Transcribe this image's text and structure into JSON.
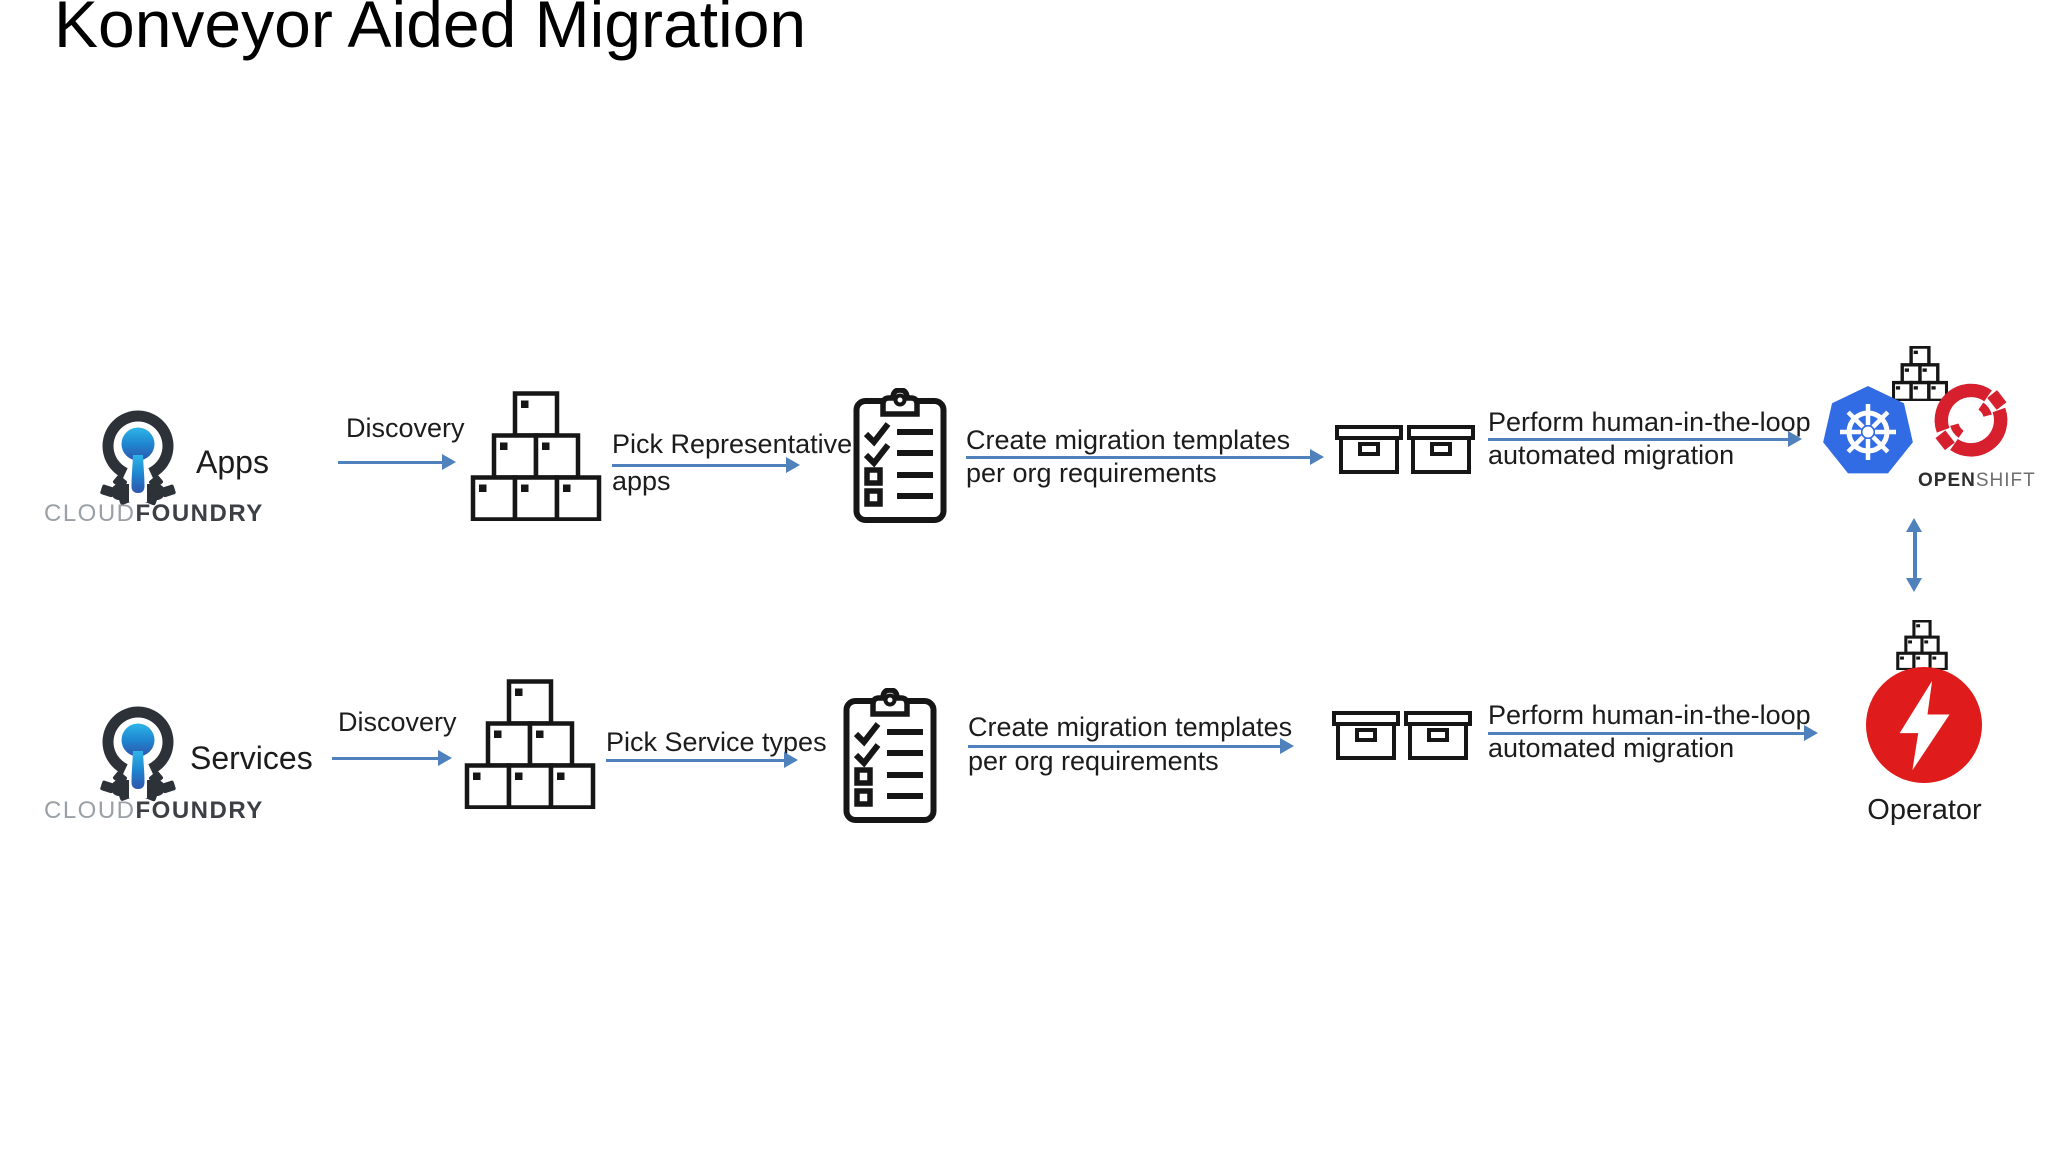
{
  "title": "Konveyor Aided Migration",
  "colors": {
    "arrow_blue": "#4f81bd",
    "kubernetes_blue": "#326ce5",
    "openshift_red": "#d6202e",
    "operator_red": "#e01b1b",
    "cf_dark": "#2d3138",
    "cf_blue_top": "#2fb4e8",
    "cf_blue_bottom": "#2f55ab",
    "brand_gray": "#9aa0a6",
    "brand_dark": "#3c4045",
    "text": "#1a1a1a"
  },
  "rows": [
    {
      "source": {
        "label": "Apps",
        "brand_light": "CLOUD",
        "brand_bold": "FOUNDRY"
      },
      "discovery_label": "Discovery",
      "pick_line1": "Pick Representative",
      "pick_line2": "apps",
      "create_line1": "Create migration templates",
      "create_line2": "per org requirements",
      "perform_line1": "Perform human-in-the-loop",
      "perform_line2": "automated migration"
    },
    {
      "source": {
        "label": "Services",
        "brand_light": "CLOUD",
        "brand_bold": "FOUNDRY"
      },
      "discovery_label": "Discovery",
      "pick_line1": "Pick Service types",
      "create_line1": "Create migration templates",
      "create_line2": "per org requirements",
      "perform_line1": "Perform human-in-the-loop",
      "perform_line2": "automated migration"
    }
  ],
  "targets": {
    "openshift_brand_bold": "OPEN",
    "openshift_brand_light": "SHIFT",
    "operator_label": "Operator"
  },
  "icons": {
    "cloudfoundry_logo": "cloud-foundry balloon-and-gear logo",
    "boxes_pyramid": "stacked shipping boxes (inventory)",
    "clipboard_checklist": "clipboard with checkmarks and checkboxes",
    "storage_boxes": "two archive storage boxes (templates)",
    "kubernetes_logo": "blue heptagon with ship wheel",
    "openshift_logo": "red circular arrows with OPENSHIFT wordmark",
    "operator_icon": "red circle with white lightning bolt",
    "flow_arrow": "blue right arrow",
    "sync_arrow": "blue vertical double-headed arrow"
  }
}
